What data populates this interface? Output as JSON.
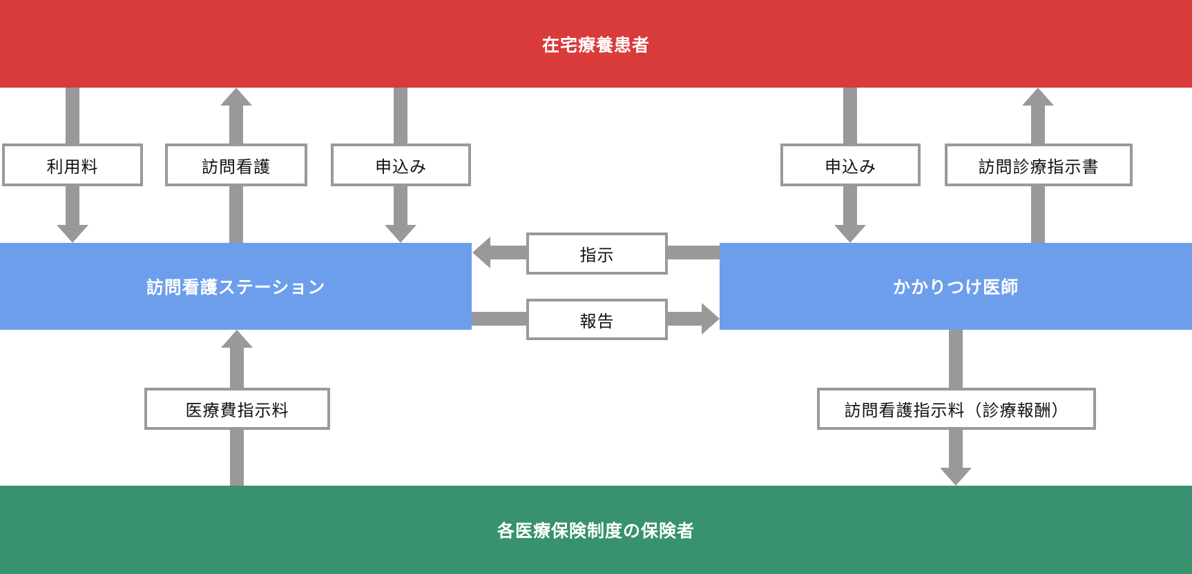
{
  "diagram": {
    "entities": {
      "patient": {
        "label": "在宅療養患者"
      },
      "station": {
        "label": "訪問看護ステーション"
      },
      "doctor": {
        "label": "かかりつけ医師"
      },
      "insurer": {
        "label": "各医療保険制度の保険者"
      }
    },
    "flow_labels": {
      "usage_fee": "利用料",
      "visiting_nursing": "訪問看護",
      "application_left": "申込み",
      "application_right": "申込み",
      "visit_care_directive": "訪問診療指示書",
      "instruction": "指示",
      "report": "報告",
      "medical_fee_instruction": "医療費指示料",
      "nursing_instruction_fee": "訪問看護指示料（診療報酬）"
    },
    "colors": {
      "patient_red": "#D93B3B",
      "node_blue": "#6D9EEB",
      "insurer_green": "#38916F",
      "arrow_gray": "#999999"
    }
  }
}
